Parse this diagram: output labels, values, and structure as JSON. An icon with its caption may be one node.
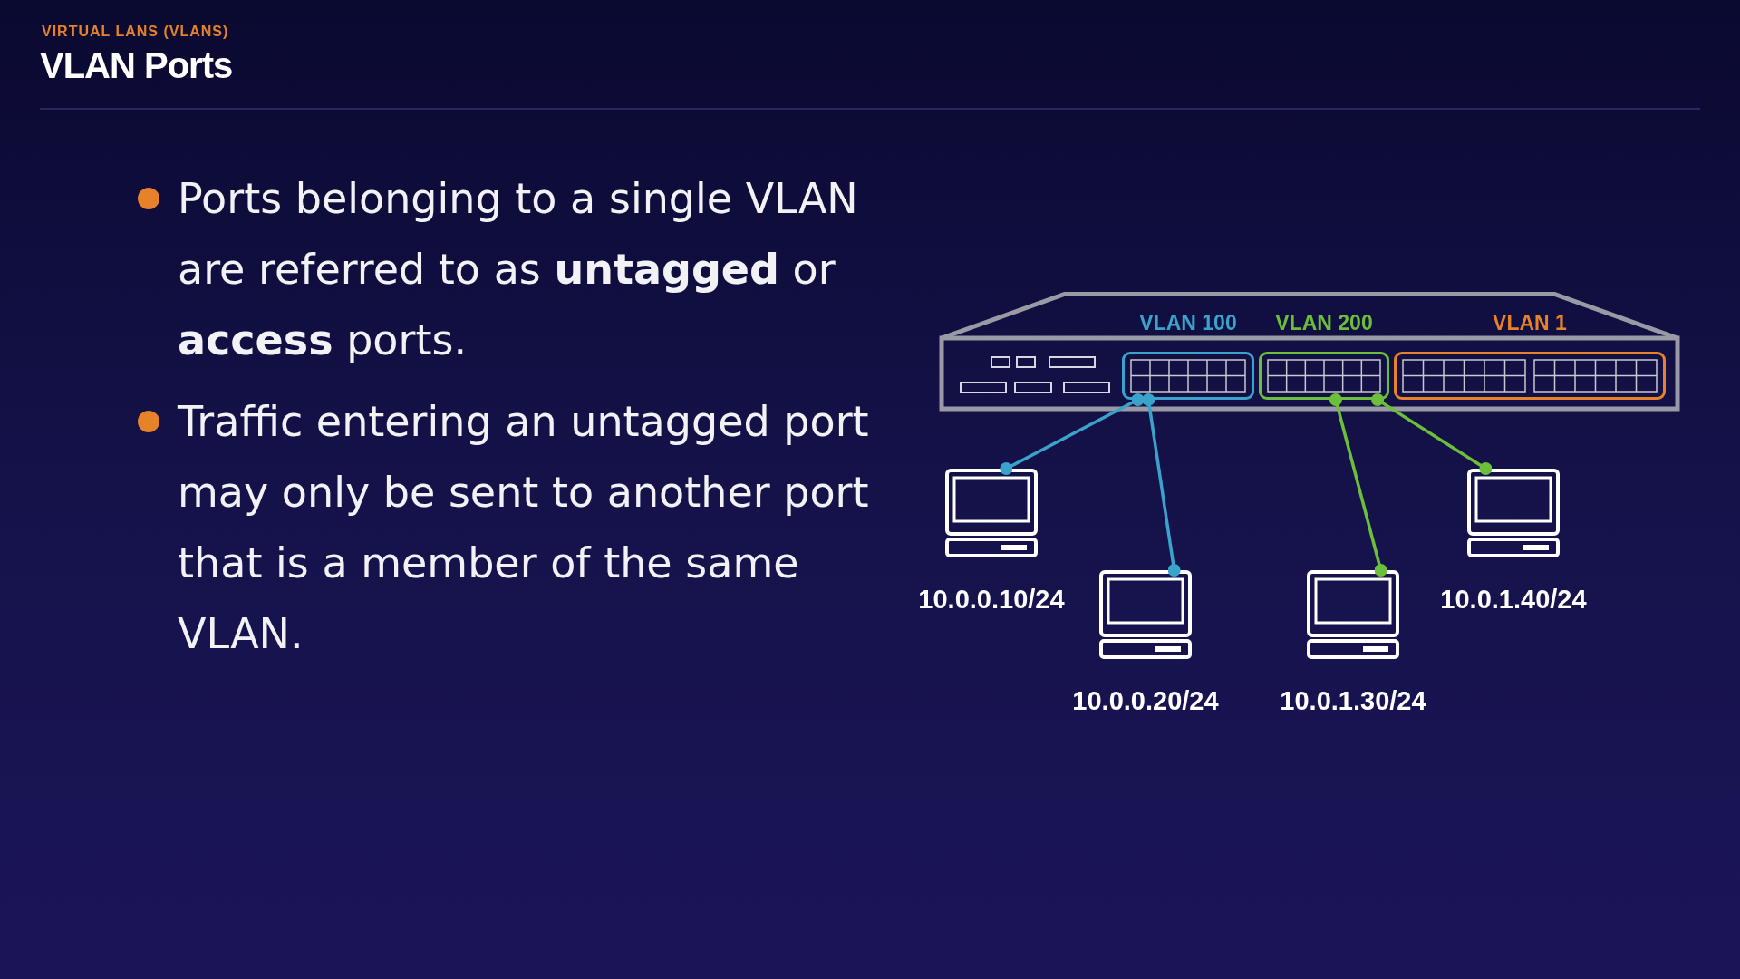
{
  "diagram": {
    "title": "VLAN Ports",
    "nodes": [
      {
        "text": [],
        "shape": "box"
      },
      {
        "text": [
          "VLAN 100"
        ],
        "in": 0
      },
      {
        "text": [
          "VLAN 200"
        ],
        "in": 0
      },
      {
        "text": [
          "VLAN 1"
        ],
        "in": 0
      },
      {
        "text": [],
        "shape": "computer",
        "beside": [
          "10.0.0.10/24"
        ]
      },
      {
        "text": [],
        "shape": "computer",
        "beside": [
          "10.0.0.20/24"
        ]
      },
      {
        "text": [],
        "shape": "computer",
        "beside": [
          "10.0.1.30/24"
        ]
      },
      {
        "text": [],
        "shape": "computer",
        "beside": [
          "10.0.1.40/24"
        ]
      }
    ],
    "edges": [
      {
        "from": 1,
        "to": 4,
        "arrow": "other",
        "color": "#3aa3cc"
      },
      {
        "from": 1,
        "to": 5,
        "arrow": "other",
        "color": "#3aa3cc"
      },
      {
        "from": 2,
        "to": 6,
        "arrow": "other",
        "color": "#6cbf3a"
      },
      {
        "from": 2,
        "to": 7,
        "arrow": "other",
        "color": "#6cbf3a"
      }
    ],
    "labels": [
      "VIRTUAL LANS (VLANS)",
      "Ports belonging to a single VLAN are referred to as **untagged** or **access** ports.",
      "Traffic entering an untagged port may only be sent to another port that is a member of the same VLAN."
    ]
  }
}
